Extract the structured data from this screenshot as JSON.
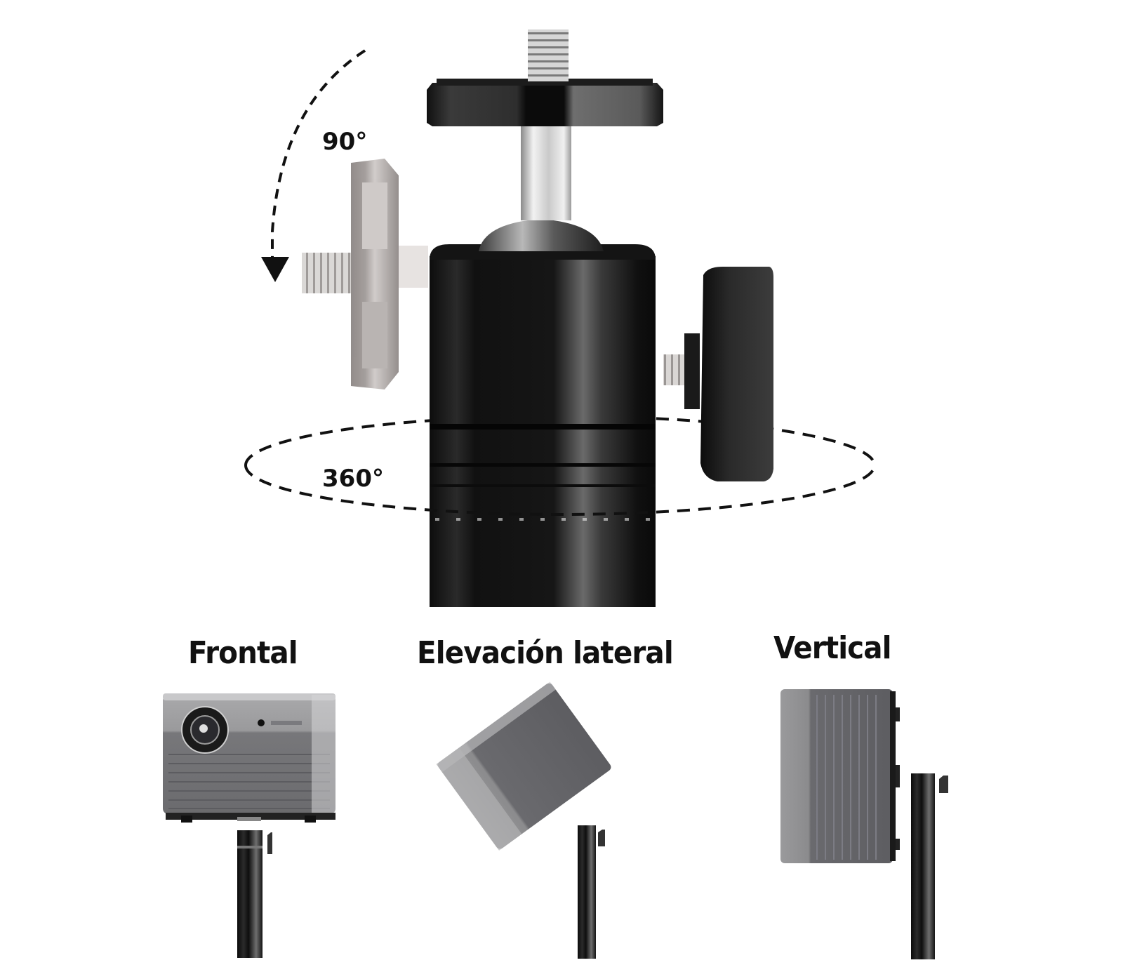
{
  "diagram": {
    "subject": "ball-head projector mount",
    "annotations": {
      "tilt_angle": "90°",
      "rotation_angle": "360°"
    },
    "views": [
      {
        "id": "frontal",
        "label": "Frontal"
      },
      {
        "id": "side",
        "label": "Elevación lateral"
      },
      {
        "id": "vertical",
        "label": "Vertical"
      }
    ],
    "colors": {
      "background": "#ffffff",
      "mount_body": "#141414",
      "mount_highlight": "#6a6a6a",
      "metal_stem": "#d8d8d8",
      "projector_body": "#8a8a8c",
      "projector_dark": "#5a5a5c",
      "annotation": "#111111"
    }
  }
}
